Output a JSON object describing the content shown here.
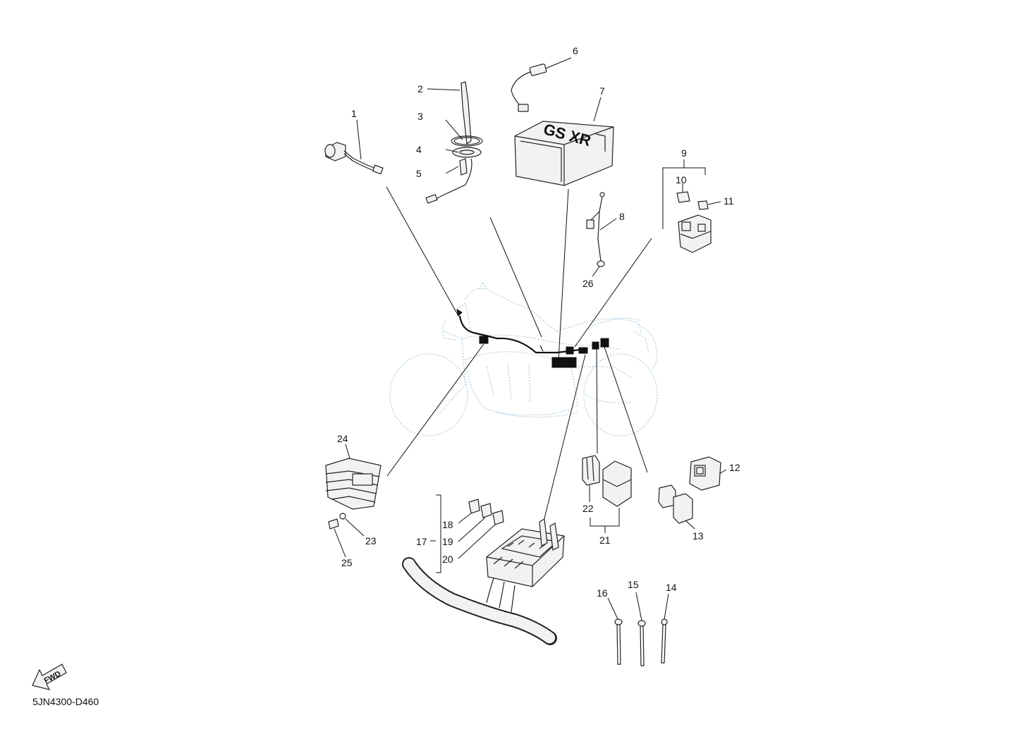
{
  "diagram": {
    "code": "5JN4300-D460",
    "fwd_label": "FWD",
    "callouts": [
      "1",
      "2",
      "3",
      "4",
      "5",
      "6",
      "7",
      "8",
      "9",
      "10",
      "11",
      "12",
      "13",
      "14",
      "15",
      "16",
      "17",
      "18",
      "19",
      "20",
      "21",
      "22",
      "23",
      "24",
      "25",
      "26"
    ],
    "battery_marking": "GS XR"
  }
}
